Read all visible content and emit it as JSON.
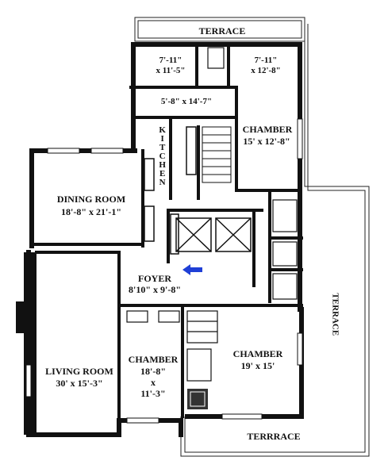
{
  "rooms": {
    "terrace_top": {
      "name": "TERRACE"
    },
    "bedroom_small_1": {
      "dims": "7'-11\"\nx 11'-5\""
    },
    "bedroom_small_2": {
      "dims": "7'-11\"\nx 12'-8\""
    },
    "hall_small": {
      "dims": "5'-8\" x 14'-7\""
    },
    "chamber_upper": {
      "name": "CHAMBER",
      "dims": "15' x 12'-8\""
    },
    "kitchen": {
      "name": "KITCHEN"
    },
    "dining_room": {
      "name": "DINING ROOM",
      "dims": "18'-8\" x 21'-1\""
    },
    "foyer": {
      "name": "FOYER",
      "dims": "8'10\" x 9'-8\""
    },
    "living_room": {
      "name": "LIVING ROOM",
      "dims": "30' x 15'-3\""
    },
    "chamber_center": {
      "name": "CHAMBER",
      "dims": "18'-8\"\nx\n11'-3\""
    },
    "chamber_right": {
      "name": "CHAMBER",
      "dims": "19' x 15'"
    },
    "terrace_right": {
      "name": "TERRACE"
    },
    "terrace_bottom": {
      "name": "TERRRACE"
    }
  },
  "colors": {
    "wall": "#111111",
    "arrow": "#1f3fd6",
    "fill": "#ffffff"
  },
  "icons": {
    "entry_arrow": "left-arrow-icon",
    "elevators": "elevator-icon"
  }
}
